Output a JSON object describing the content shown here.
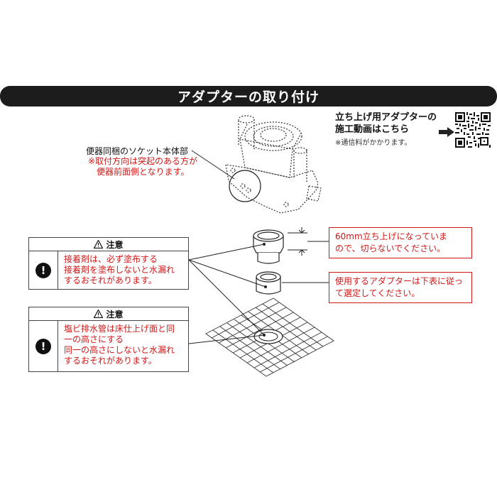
{
  "banner_title": "アダプターの取り付け",
  "socket": {
    "label": "便器同梱のソケット本体部",
    "note_line1": "※取付方向は突起のある方が",
    "note_line2": "便器前面側となります。"
  },
  "video": {
    "line1": "立ち上げ用アダプターの",
    "line2": "施工動画はこちら",
    "note": "※通信料がかかります。"
  },
  "callout_60mm": {
    "line1": "60mm立ち上げになっていま",
    "line2": "ので、切らないでください。"
  },
  "callout_adapter": {
    "line1": "使用するアダプターは下表に従っ",
    "line2": "て選定してください。"
  },
  "caution1": {
    "title": "注意",
    "line1": "接着剤は、必ず塗布する",
    "line2": "接着剤を塗布しないと水漏れ",
    "line3": "するおそれがあります。"
  },
  "caution2": {
    "title": "注意",
    "line1": "塩ビ排水管は床仕上げ面と同",
    "line2": "一の高さにする",
    "line3": "同一の高さにしないと水漏れ",
    "line4": "するおそれがあります。"
  },
  "icons": {
    "warning": "warning-triangle-icon",
    "exclamation": "exclamation-circle-icon",
    "arrow": "arrow-right-icon",
    "qr": "qr-code-icon"
  },
  "colors": {
    "accent_red": "#d01818",
    "banner_bg": "#1c1c1c"
  }
}
